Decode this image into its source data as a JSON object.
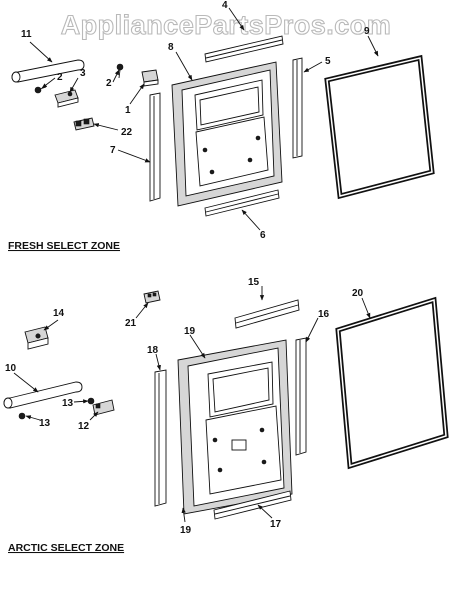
{
  "watermark": "AppliancePartsPros.com",
  "sections": {
    "fresh": "FRESH SELECT ZONE",
    "arctic": "ARCTIC SELECT ZONE"
  },
  "callouts": {
    "c1": "1",
    "c2a": "2",
    "c2b": "2",
    "c3": "3",
    "c4": "4",
    "c5": "5",
    "c6": "6",
    "c7": "7",
    "c8": "8",
    "c9": "9",
    "c11": "11",
    "c22": "22",
    "c10": "10",
    "c12": "12",
    "c13a": "13",
    "c13b": "13",
    "c14": "14",
    "c15": "15",
    "c16": "16",
    "c17": "17",
    "c18": "18",
    "c19a": "19",
    "c19b": "19",
    "c20": "20",
    "c21": "21"
  }
}
